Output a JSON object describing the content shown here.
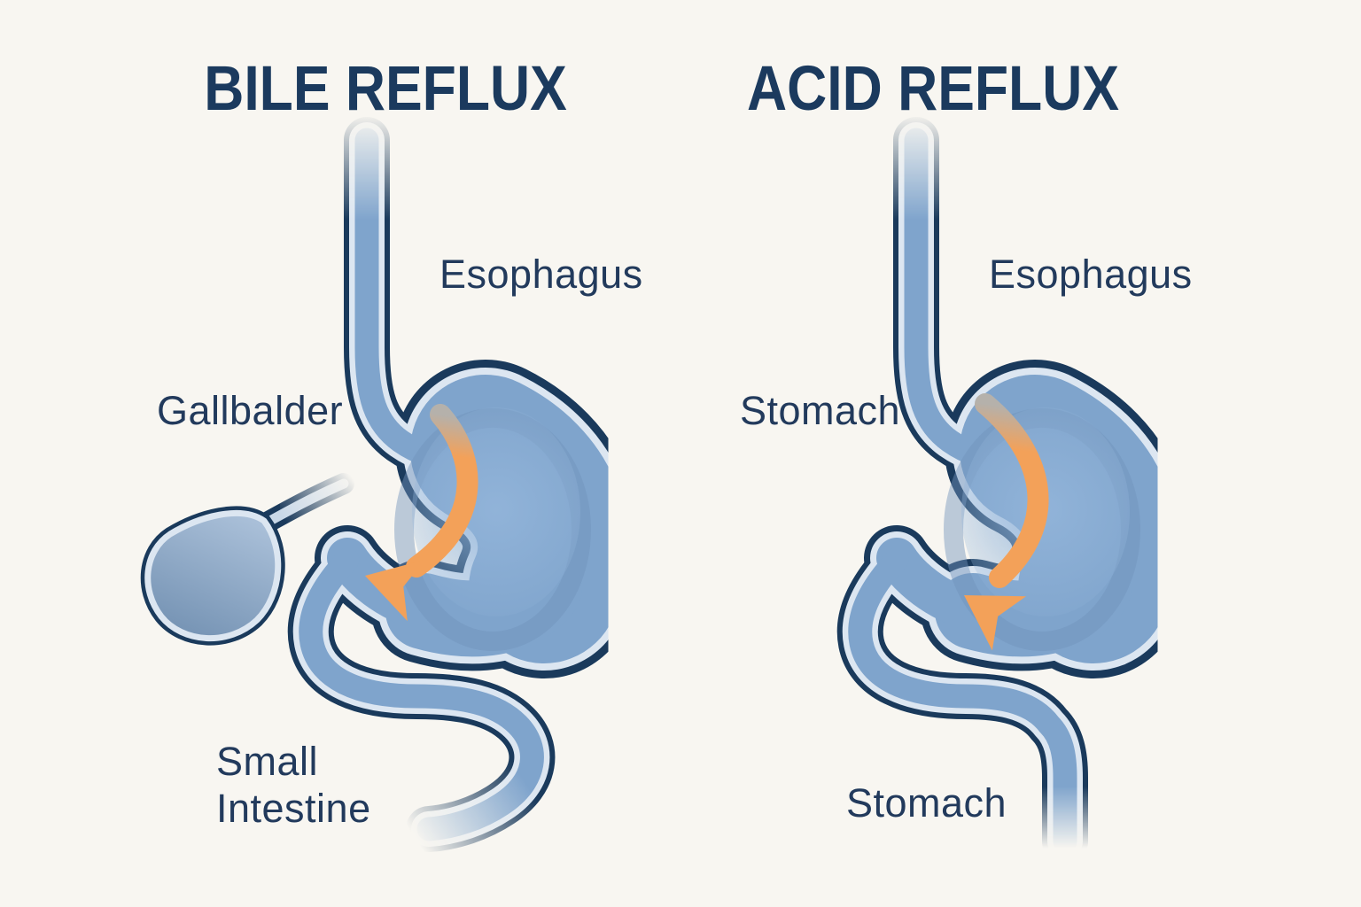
{
  "figure": {
    "type": "medical-comparison-diagram",
    "background_color": "#f8f6f1",
    "colors": {
      "outline_navy": "#1a3a5c",
      "inner_lining": "#dce6f1",
      "organ_fill_blue": "#7fa4cc",
      "organ_center_highlight": "#93b5da",
      "organ_inner_ring": "#7093bb",
      "arrow_orange": "#f3a159",
      "arrow_fade_gray": "#b5b1ab",
      "text_navy": "#1b3a5e"
    },
    "left_panel": {
      "title": "BILE REFLUX",
      "labels": {
        "esophagus": "Esophagus",
        "gallbladder": "Gallbalder",
        "small_intestine_line1": "Small",
        "small_intestine_line2": "Intestine"
      }
    },
    "right_panel": {
      "title": "ACID REFLUX",
      "labels": {
        "esophagus": "Esophagus",
        "stomach_upper": "Stomach",
        "stomach_lower": "Stomach"
      }
    }
  }
}
